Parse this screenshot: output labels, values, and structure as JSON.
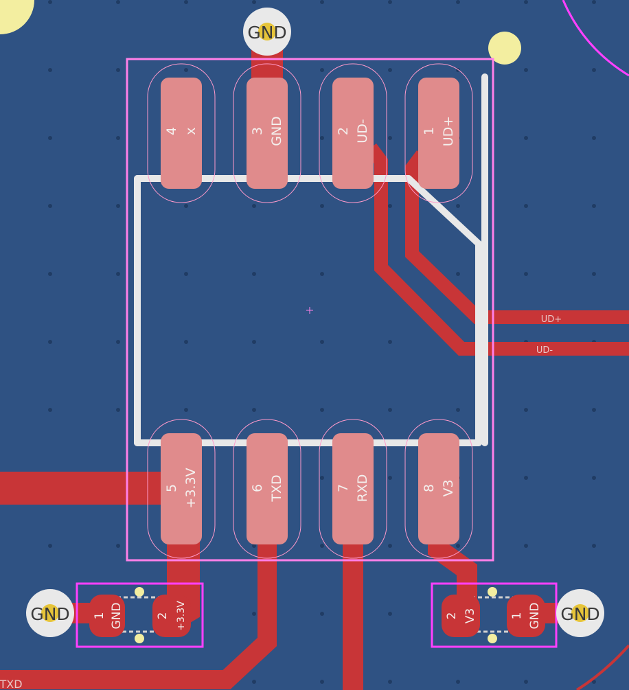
{
  "colors": {
    "board": "#2f5283",
    "copper": "#c83537",
    "pad": "#e08b8c",
    "silkscreen": "#e8e8e8",
    "courtyard": "#ff40ff",
    "via": "#e6c43a",
    "dots": "#203c64"
  },
  "vias": [
    {
      "label": "GND"
    },
    {
      "label": "GND"
    },
    {
      "label": "GND"
    }
  ],
  "main_pads": [
    {
      "number": "4",
      "net": "x"
    },
    {
      "number": "3",
      "net": "GND"
    },
    {
      "number": "2",
      "net": "UD-"
    },
    {
      "number": "1",
      "net": "UD+"
    },
    {
      "number": "5",
      "net": "+3.3V"
    },
    {
      "number": "6",
      "net": "TXD"
    },
    {
      "number": "7",
      "net": "RXD"
    },
    {
      "number": "8",
      "net": "V3"
    }
  ],
  "cap_left": {
    "pads": [
      {
        "number": "1",
        "net": "GND"
      },
      {
        "number": "2",
        "net": "+3.3V"
      }
    ]
  },
  "cap_right": {
    "pads": [
      {
        "number": "2",
        "net": "V3"
      },
      {
        "number": "1",
        "net": "GND"
      }
    ]
  },
  "trace_labels": {
    "ud_plus": "UD+",
    "ud_minus": "UD-",
    "txd": "TXD"
  }
}
